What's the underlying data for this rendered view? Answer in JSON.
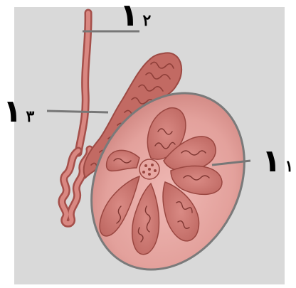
{
  "labels": {
    "label_1": {
      "numeral": "١",
      "mark": "١"
    },
    "label_2": {
      "numeral": "٢",
      "mark": "١"
    },
    "label_3": {
      "numeral": "٣",
      "mark": "١"
    }
  }
}
